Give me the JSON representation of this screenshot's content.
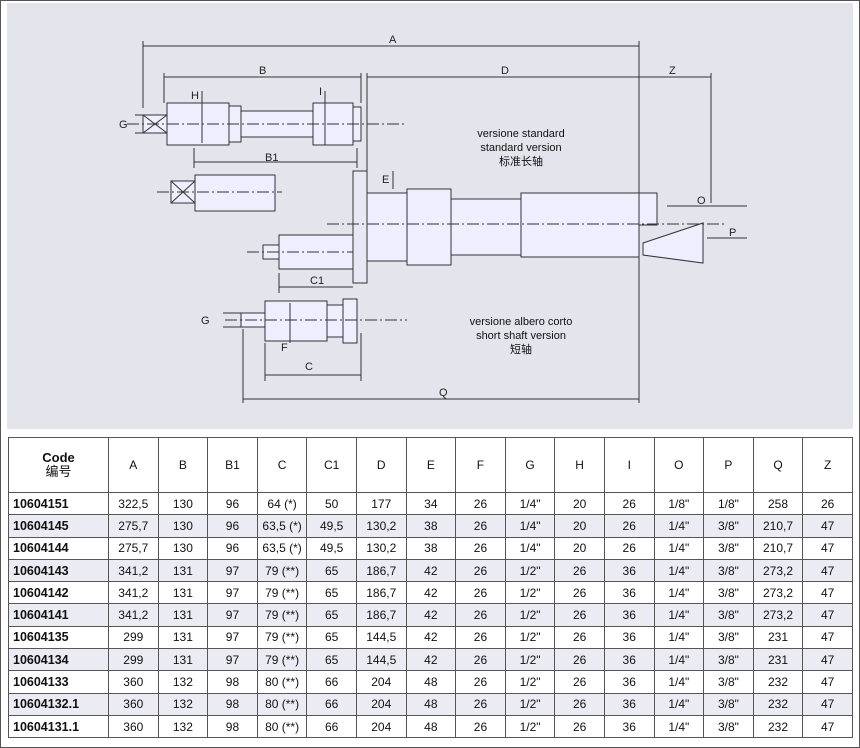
{
  "drawing": {
    "dimensions": {
      "a": "A",
      "b": "B",
      "b1": "B1",
      "c": "C",
      "c1": "C1",
      "d": "D",
      "e": "E",
      "f": "F",
      "g_top": "G",
      "g_bottom": "G",
      "h": "H",
      "i": "I",
      "o": "O",
      "p": "P",
      "q": "Q",
      "z": "Z"
    },
    "standard_caption": [
      "versione standard",
      "standard version",
      "标准长轴"
    ],
    "short_caption": [
      "versione albero corto",
      "short shaft version",
      "短轴"
    ]
  },
  "table": {
    "header_code": [
      "Code",
      "编号"
    ],
    "columns": [
      "A",
      "B",
      "B1",
      "C",
      "C1",
      "D",
      "E",
      "F",
      "G",
      "H",
      "I",
      "O",
      "P",
      "Q",
      "Z"
    ],
    "rows": [
      {
        "code": "10604151",
        "values": [
          "322,5",
          "130",
          "96",
          "64 (*)",
          "50",
          "177",
          "34",
          "26",
          "1/4\"",
          "20",
          "26",
          "1/8\"",
          "1/8\"",
          "258",
          "26"
        ]
      },
      {
        "code": "10604145",
        "values": [
          "275,7",
          "130",
          "96",
          "63,5 (*)",
          "49,5",
          "130,2",
          "38",
          "26",
          "1/4\"",
          "20",
          "26",
          "1/4\"",
          "3/8\"",
          "210,7",
          "47"
        ]
      },
      {
        "code": "10604144",
        "values": [
          "275,7",
          "130",
          "96",
          "63,5 (*)",
          "49,5",
          "130,2",
          "38",
          "26",
          "1/4\"",
          "20",
          "26",
          "1/4\"",
          "3/8\"",
          "210,7",
          "47"
        ]
      },
      {
        "code": "10604143",
        "values": [
          "341,2",
          "131",
          "97",
          "79 (**)",
          "65",
          "186,7",
          "42",
          "26",
          "1/2\"",
          "26",
          "36",
          "1/4\"",
          "3/8\"",
          "273,2",
          "47"
        ]
      },
      {
        "code": "10604142",
        "values": [
          "341,2",
          "131",
          "97",
          "79 (**)",
          "65",
          "186,7",
          "42",
          "26",
          "1/2\"",
          "26",
          "36",
          "1/4\"",
          "3/8\"",
          "273,2",
          "47"
        ]
      },
      {
        "code": "10604141",
        "values": [
          "341,2",
          "131",
          "97",
          "79 (**)",
          "65",
          "186,7",
          "42",
          "26",
          "1/2\"",
          "26",
          "36",
          "1/4\"",
          "3/8\"",
          "273,2",
          "47"
        ]
      },
      {
        "code": "10604135",
        "values": [
          "299",
          "131",
          "97",
          "79 (**)",
          "65",
          "144,5",
          "42",
          "26",
          "1/2\"",
          "26",
          "36",
          "1/4\"",
          "3/8\"",
          "231",
          "47"
        ]
      },
      {
        "code": "10604134",
        "values": [
          "299",
          "131",
          "97",
          "79 (**)",
          "65",
          "144,5",
          "42",
          "26",
          "1/2\"",
          "26",
          "36",
          "1/4\"",
          "3/8\"",
          "231",
          "47"
        ]
      },
      {
        "code": "10604133",
        "values": [
          "360",
          "132",
          "98",
          "80 (**)",
          "66",
          "204",
          "48",
          "26",
          "1/2\"",
          "26",
          "36",
          "1/4\"",
          "3/8\"",
          "232",
          "47"
        ]
      },
      {
        "code": "10604132.1",
        "values": [
          "360",
          "132",
          "98",
          "80 (**)",
          "66",
          "204",
          "48",
          "26",
          "1/2\"",
          "26",
          "36",
          "1/4\"",
          "3/8\"",
          "232",
          "47"
        ]
      },
      {
        "code": "10604131.1",
        "values": [
          "360",
          "132",
          "98",
          "80 (**)",
          "66",
          "204",
          "48",
          "26",
          "1/2\"",
          "26",
          "36",
          "1/4\"",
          "3/8\"",
          "232",
          "47"
        ]
      }
    ]
  }
}
